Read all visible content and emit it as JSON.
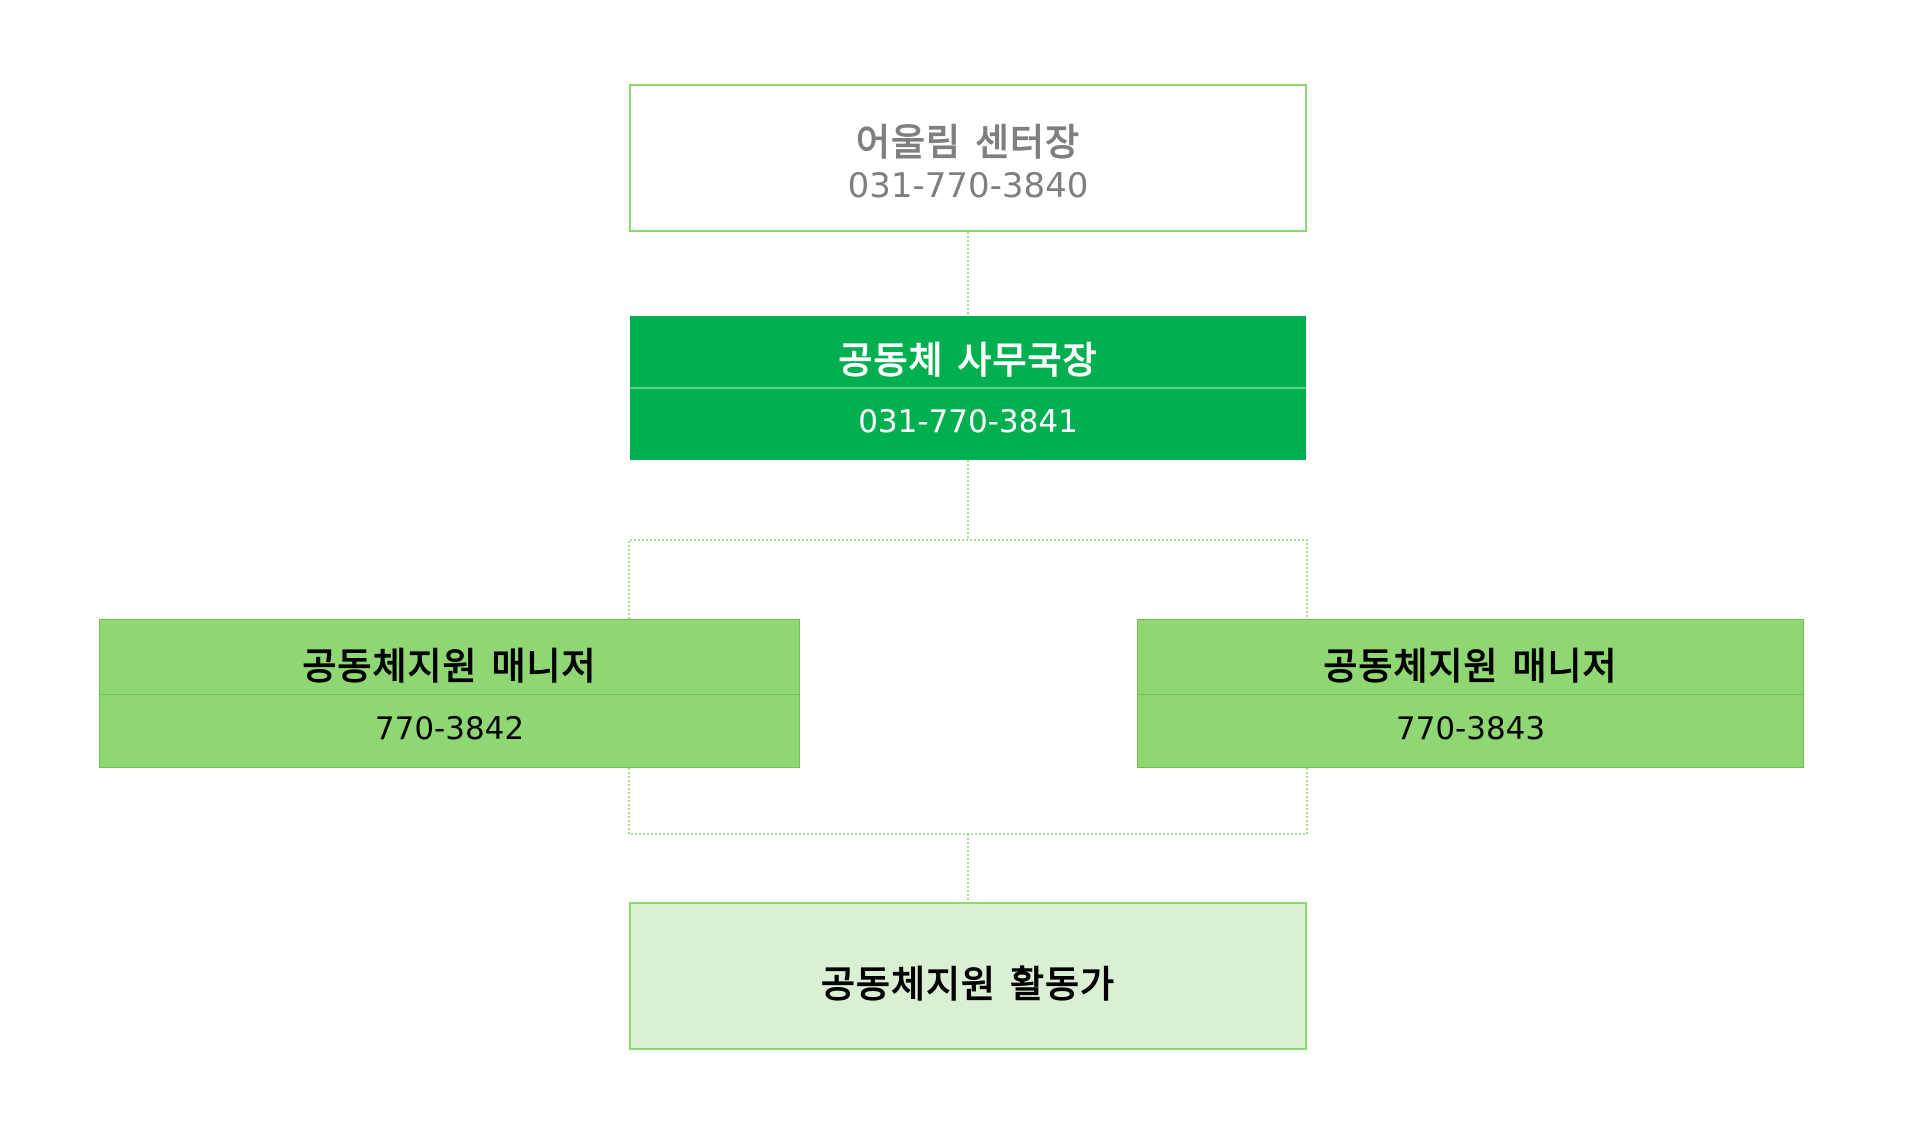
{
  "org_chart": {
    "center_head": {
      "title": "어울림 센터장",
      "phone": "031-770-3840"
    },
    "secretary_general": {
      "title": "공동체 사무국장",
      "phone": "031-770-3841"
    },
    "managers": [
      {
        "title": "공동체지원 매니저",
        "phone": "770-3842"
      },
      {
        "title": "공동체지원 매니저",
        "phone": "770-3843"
      }
    ],
    "activists": {
      "title": "공동체지원 활동가"
    }
  },
  "colors": {
    "secretary_fill": "#00b050",
    "manager_fill": "#8ed773",
    "activist_fill": "#daf0d2",
    "head_border": "#8dd672",
    "connector": "#8dd672",
    "head_text": "#7f7f7f"
  }
}
